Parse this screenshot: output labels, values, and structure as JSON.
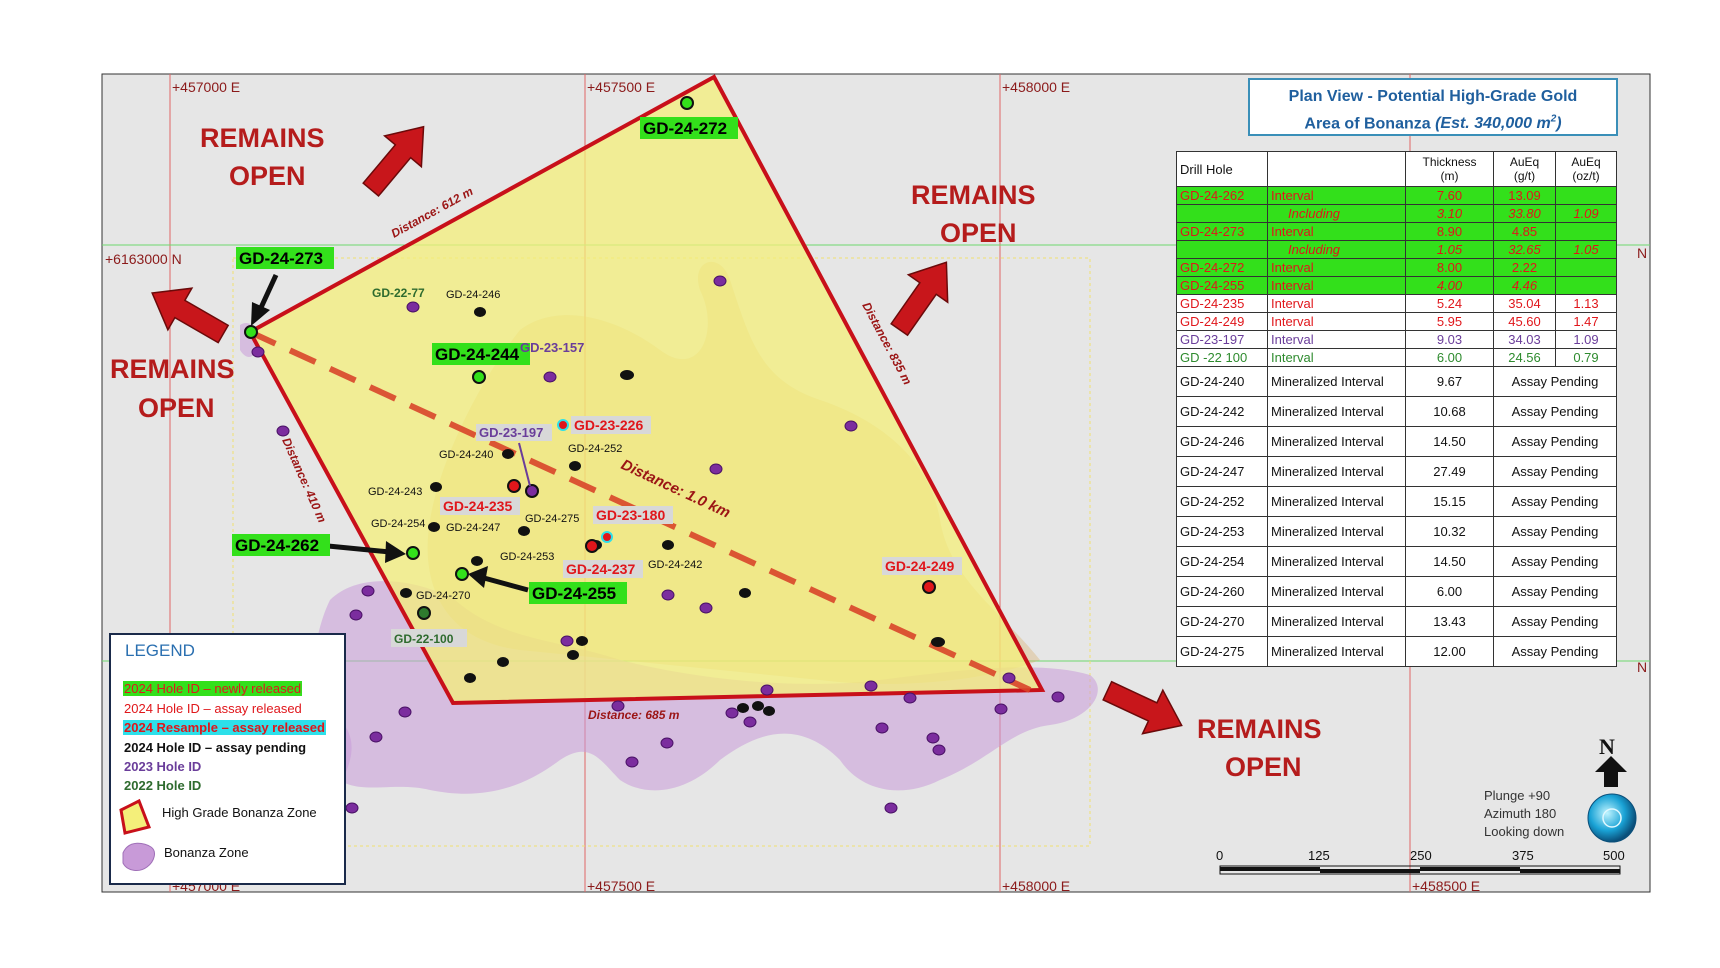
{
  "map": {
    "title_line1": "Plan View - Potential High-Grade Gold",
    "title_line2_a": "Area of Bonanza ",
    "title_line2_b": "(Est. 340,000 m",
    "title_line2_sup": "2",
    "title_line2_c": ")",
    "coords": {
      "e457000_top": "+457000 E",
      "e457500_top": "+457500 E",
      "e458000_top": "+458000 E",
      "e457500_bottom": "+457500 E",
      "e458000_bottom": "+458000 E",
      "e458500_bottom": "+458500 E",
      "e457000_bottom": "+457000 E",
      "n6163000_left": "+6163000 N",
      "n_right_top": "N",
      "n_right_bottom": "N"
    },
    "remains_open": {
      "line1": "REMAINS",
      "line2": "OPEN"
    },
    "distances": {
      "d612": "Distance: 612 m",
      "d835": "Distance: 835 m",
      "d410": "Distance: 410 m",
      "d685": "Distance: 685 m",
      "d1km": "Distance: 1.0 km"
    },
    "holes": {
      "gd24272": "GD-24-272",
      "gd24273": "GD-24-273",
      "gd24244": "GD-24-244",
      "gd24262": "GD-24-262",
      "gd24255": "GD-24-255",
      "gd2277": "GD-22-77",
      "gd24246": "GD-24-246",
      "gd23157": "GD-23-157",
      "gd23197": "GD-23-197",
      "gd23226": "GD-23-226",
      "gd24240": "GD-24-240",
      "gd24252": "GD-24-252",
      "gd24243": "GD-24-243",
      "gd24235": "GD-24-235",
      "gd24275": "GD-24-275",
      "gd23180": "GD-23-180",
      "gd24254": "GD-24-254",
      "gd24247": "GD-24-247",
      "gd24253": "GD-24-253",
      "gd24237": "GD-24-237",
      "gd24242": "GD-24-242",
      "gd24249": "GD-24-249",
      "gd24270": "GD-24-270",
      "gd22100": "GD-22-100"
    },
    "scale": {
      "t0": "0",
      "t125": "125",
      "t250": "250",
      "t375": "375",
      "t500": "500"
    },
    "north": "N",
    "look": {
      "plunge": "Plunge +90",
      "azimuth": "Azimuth 180",
      "looking": "Looking down"
    }
  },
  "table": {
    "headers": {
      "hole": "Drill Hole",
      "blank": "",
      "thick_1": "Thickness",
      "thick_2": "(m)",
      "au_gt_1": "AuEq",
      "au_gt_2": "(g/t)",
      "au_ozt_1": "AuEq",
      "au_ozt_2": "(oz/t)"
    },
    "rows": [
      {
        "hole": "GD-24-262",
        "type": "Interval",
        "thickness": "7.60",
        "gt": "13.09",
        "ozt": ""
      },
      {
        "hole": "",
        "type": "Including",
        "thickness": "3.10",
        "gt": "33.80",
        "ozt": "1.09"
      },
      {
        "hole": "GD-24-273",
        "type": "Interval",
        "thickness": "8.90",
        "gt": "4.85",
        "ozt": ""
      },
      {
        "hole": "",
        "type": "Including",
        "thickness": "1.05",
        "gt": "32.65",
        "ozt": "1.05"
      },
      {
        "hole": "GD-24-272",
        "type": "Interval",
        "thickness": "8.00",
        "gt": "2.22",
        "ozt": ""
      },
      {
        "hole": "GD-24-255",
        "type": "Interval",
        "thickness": "4.00",
        "gt": "4.46",
        "ozt": ""
      },
      {
        "hole": "GD-24-235",
        "type": "Interval",
        "thickness": "5.24",
        "gt": "35.04",
        "ozt": "1.13"
      },
      {
        "hole": "GD-24-249",
        "type": "Interval",
        "thickness": "5.95",
        "gt": "45.60",
        "ozt": "1.47"
      },
      {
        "hole": "GD-23-197",
        "type": "Interval",
        "thickness": "9.03",
        "gt": "34.03",
        "ozt": "1.09"
      },
      {
        "hole": "GD -22 100",
        "type": "Interval",
        "thickness": "6.00",
        "gt": "24.56",
        "ozt": "0.79"
      },
      {
        "hole": "GD-24-240",
        "type": "Mineralized Interval",
        "thickness": "9.67",
        "pending": "Assay Pending"
      },
      {
        "hole": "GD-24-242",
        "type": "Mineralized Interval",
        "thickness": "10.68",
        "pending": "Assay Pending"
      },
      {
        "hole": "GD-24-246",
        "type": "Mineralized Interval",
        "thickness": "14.50",
        "pending": "Assay Pending"
      },
      {
        "hole": "GD-24-247",
        "type": "Mineralized Interval",
        "thickness": "27.49",
        "pending": "Assay Pending"
      },
      {
        "hole": "GD-24-252",
        "type": "Mineralized Interval",
        "thickness": "15.15",
        "pending": "Assay Pending"
      },
      {
        "hole": "GD-24-253",
        "type": "Mineralized Interval",
        "thickness": "10.32",
        "pending": "Assay Pending"
      },
      {
        "hole": "GD-24-254",
        "type": "Mineralized Interval",
        "thickness": "14.50",
        "pending": "Assay Pending"
      },
      {
        "hole": "GD-24-260",
        "type": "Mineralized Interval",
        "thickness": "6.00",
        "pending": "Assay Pending"
      },
      {
        "hole": "GD-24-270",
        "type": "Mineralized Interval",
        "thickness": "13.43",
        "pending": "Assay Pending"
      },
      {
        "hole": "GD-24-275",
        "type": "Mineralized Interval",
        "thickness": "12.00",
        "pending": "Assay Pending"
      }
    ]
  },
  "legend": {
    "title": "LEGEND",
    "items": [
      "2024 Hole ID – newly released",
      "2024 Hole ID – assay released",
      "2024 Resample – assay released",
      "2024 Hole ID – assay pending",
      "2023 Hole ID",
      "2022 Hole ID",
      "High Grade Bonanza Zone",
      "Bonanza Zone"
    ]
  },
  "colors": {
    "grid_red": "#e06666",
    "grid_green": "#6fd86f",
    "zone_yellow": "#f4ef7a",
    "zone_outline": "#c8101a",
    "bonanza_purple": "#c89ad8",
    "highlight_green": "#33e01b",
    "highlight_cyan": "#2de0ea"
  }
}
